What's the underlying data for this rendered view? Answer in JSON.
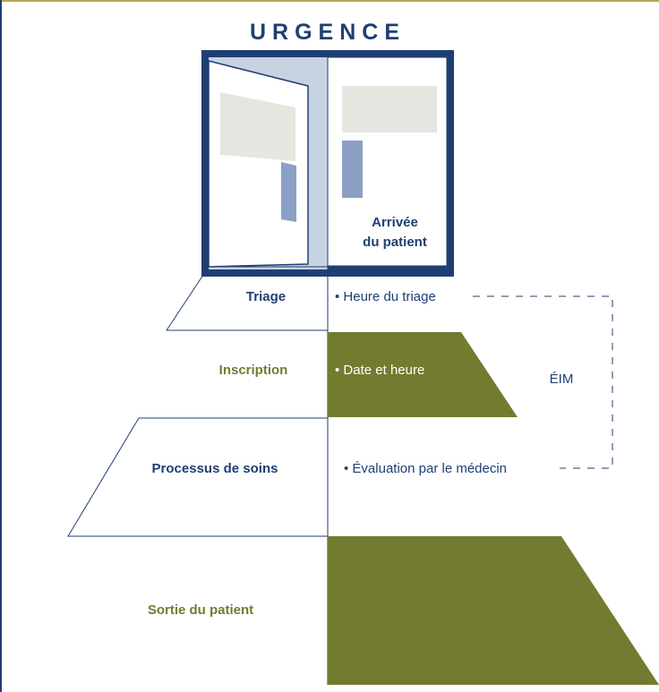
{
  "title": "URGENCE",
  "door_label_line1": "Arrivée",
  "door_label_line2": "du patient",
  "steps": {
    "triage": {
      "label": "Triage",
      "note": "• Heure du triage"
    },
    "inscription": {
      "label": "Inscription",
      "note": "• Date et heure"
    },
    "soins": {
      "label": "Processus de soins",
      "note": "• Évaluation par le médecin"
    },
    "sortie": {
      "label": "Sortie du patient"
    }
  },
  "bracket_label": "ÉIM",
  "colors": {
    "navy": "#1f3f73",
    "olive": "#737b30",
    "light_blue": "#c8d3e1",
    "panel": "#e6e6e1",
    "slot": "#8c9fc4",
    "frame_line": "#b9a64c"
  }
}
